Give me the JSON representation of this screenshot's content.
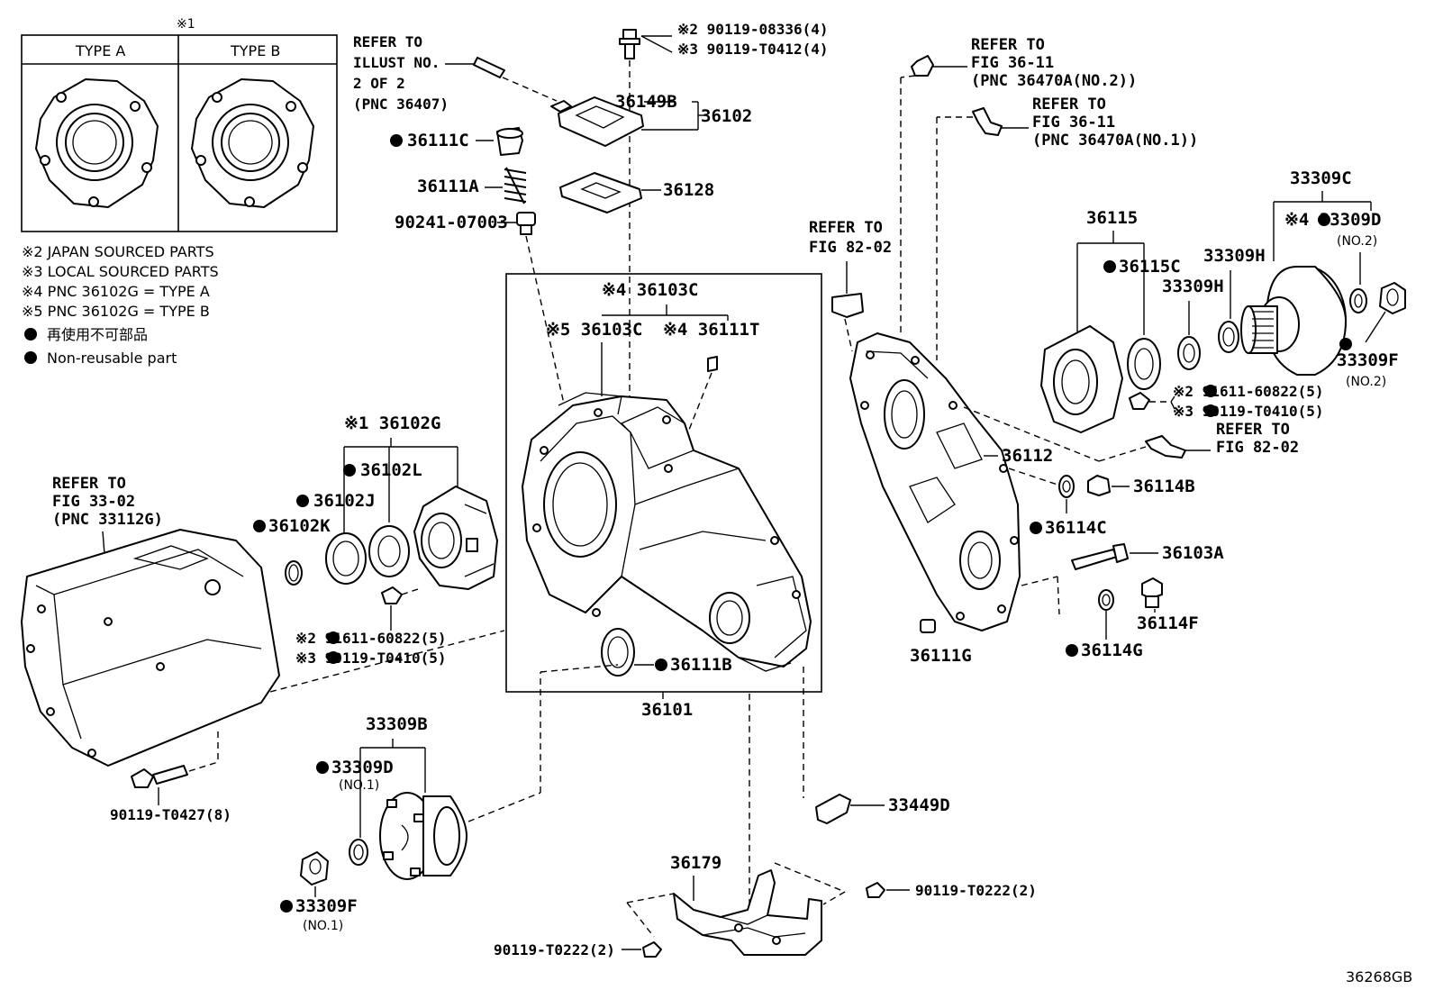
{
  "legend": {
    "header_mark": "※1",
    "type_a": "TYPE A",
    "type_b": "TYPE B",
    "notes": [
      "※2 JAPAN SOURCED PARTS",
      "※3 LOCAL SOURCED PARTS",
      "※4 PNC 36102G = TYPE A",
      "※5 PNC 36102G = TYPE B"
    ],
    "non_reusable_jp": "再使用不可部品",
    "non_reusable_en": "Non-reusable part"
  },
  "refs": {
    "illust_no": [
      "REFER TO",
      "ILLUST NO.",
      "2 OF 2",
      "(PNC 36407)"
    ],
    "fig_36_11_no2": [
      "REFER TO",
      "FIG 36-11",
      "(PNC 36470A(NO.2))"
    ],
    "fig_36_11_no1": [
      "REFER TO",
      "FIG 36-11",
      "(PNC 36470A(NO.1))"
    ],
    "fig_82_02_left": [
      "REFER TO",
      "FIG 82-02"
    ],
    "fig_82_02_right": [
      "REFER TO",
      "FIG 82-02"
    ],
    "fig_33_02": [
      "REFER TO",
      "FIG 33-02",
      "(PNC 33112G)"
    ]
  },
  "parts": {
    "bolt_top_jp": "※2 90119-08336(4)",
    "bolt_top_local": "※3 90119-T0412(4)",
    "p36149B": "36149B",
    "p36102": "36102",
    "p36111C": "36111C",
    "p36111A": "36111A",
    "p36128": "36128",
    "p90241": "90241-07003",
    "p36103C_top": "※4 36103C",
    "p36103C_5": "※5 36103C",
    "p36111T": "※4 36111T",
    "p36102G": "※1 36102G",
    "p36102L": "36102L",
    "p36102J": "36102J",
    "p36102K": "36102K",
    "bolt_mid_jp": "※2 91611-60822(5)",
    "bolt_mid_local": "※3 90119-T0410(5)",
    "p36111B": "36111B",
    "p36101": "36101",
    "p33309B": "33309B",
    "p33309D_1": "33309D",
    "no1_a": "(NO.1)",
    "p33309F_1": "33309F",
    "no1_b": "(NO.1)",
    "p90119_T0427": "90119-T0427(8)",
    "p33449D": "33449D",
    "p36179": "36179",
    "p90119_T0222_r": "90119-T0222(2)",
    "p90119_T0222_l": "90119-T0222(2)",
    "p36115": "36115",
    "p36115C": "36115C",
    "p33309H_a": "33309H",
    "p33309H_b": "33309H",
    "p33309C": "33309C",
    "p33309D_2": "※4 33309D",
    "no2_a": "(NO.2)",
    "p33309F_2": "33309F",
    "no2_b": "(NO.2)",
    "bolt_rt_jp": "※2 91611-60822(5)",
    "bolt_rt_local": "※3 90119-T0410(5)",
    "p36112": "36112",
    "p36114B": "36114B",
    "p36114C": "36114C",
    "p36103A": "36103A",
    "p36114F": "36114F",
    "p36114G": "36114G",
    "p36111G": "36111G"
  },
  "diagram_code": "36268GB"
}
